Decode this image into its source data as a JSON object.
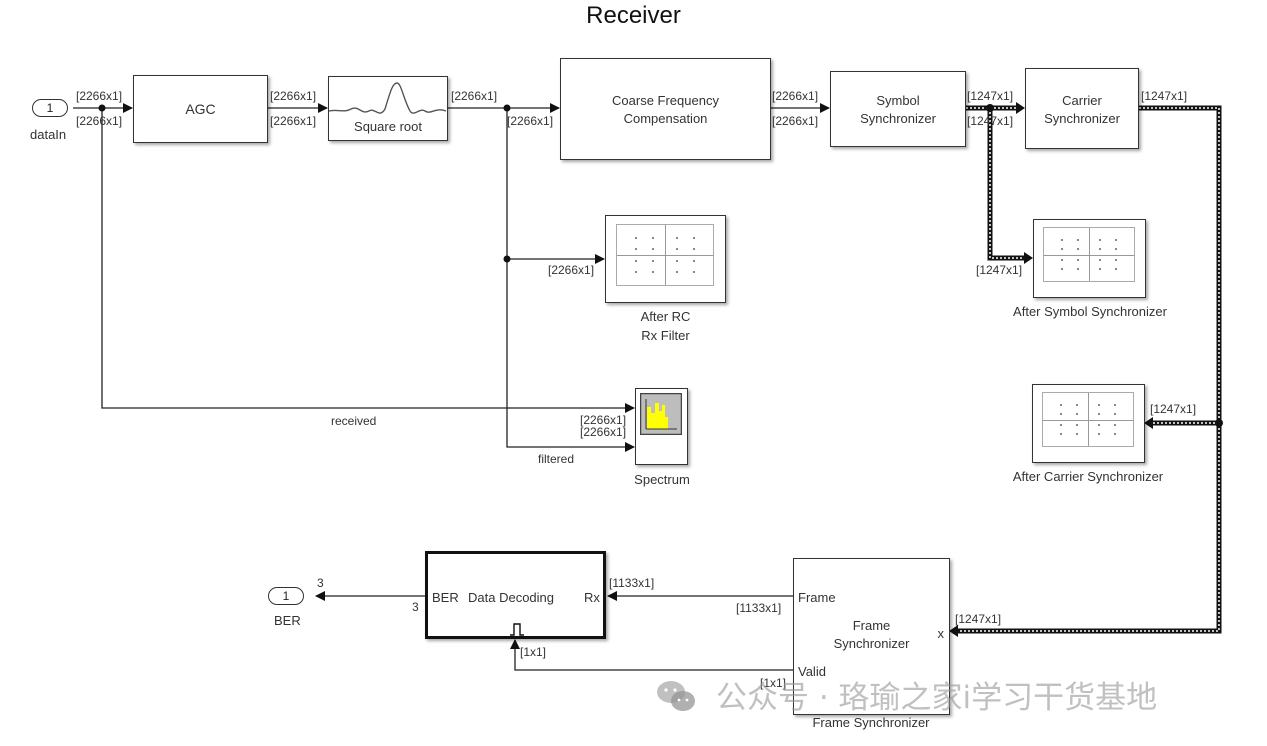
{
  "title": "Receiver",
  "ports": {
    "in": {
      "number": "1",
      "name": "dataIn"
    },
    "out": {
      "number": "1",
      "name": "BER"
    }
  },
  "blocks": {
    "agc": {
      "label": "AGC"
    },
    "sqrt": {
      "label": "Square root"
    },
    "cfc": {
      "line1": "Coarse Frequency",
      "line2": "Compensation"
    },
    "symsync": {
      "line1": "Symbol",
      "line2": "Synchronizer"
    },
    "carsync": {
      "line1": "Carrier",
      "line2": "Synchronizer"
    },
    "scope_rc": {
      "line1": "After RC",
      "line2": "Rx Filter"
    },
    "scope_sym": {
      "label": "After Symbol Synchronizer"
    },
    "scope_car": {
      "label": "After Carrier Synchronizer"
    },
    "spectrum": {
      "label": "Spectrum"
    },
    "decoding": {
      "ber_port": "BER",
      "title": "Data Decoding",
      "rx_port": "Rx"
    },
    "framesync": {
      "frame_port": "Frame",
      "line1": "Frame",
      "line2": "Synchronizer",
      "valid_port": "Valid",
      "x_port": "x",
      "label": "Frame Synchronizer"
    }
  },
  "signal_dims": {
    "in_top": "[2266x1]",
    "in_bottom": "[2266x1]",
    "agc_out_top": "[2266x1]",
    "agc_out_bottom": "[2266x1]",
    "sqrt_out": "[2266x1]",
    "cfc_in": "[2266x1]",
    "cfc_out_top": "[2266x1]",
    "cfc_out_bottom": "[2266x1]",
    "sym_out_top": "[1247x1]",
    "sym_out_bottom": "[1247x1]",
    "car_out": "[1247x1]",
    "rc_scope_in": "[2266x1]",
    "sym_scope_in": "[1247x1]",
    "car_scope_in": "[1247x1]",
    "spec_in_1": "[2266x1]",
    "spec_in_2": "[2266x1]",
    "frame_x_in": "[1247x1]",
    "frame_out": "[1133x1]",
    "rx_in": "[1133x1]",
    "valid_out": "[1x1]",
    "trigger_in": "[1x1]",
    "ber_width_out": "3",
    "ber_width_port": "3"
  },
  "signal_names": {
    "received": "received",
    "filtered": "filtered"
  },
  "watermark": "公众号 · 珞瑜之家i学习干货基地"
}
